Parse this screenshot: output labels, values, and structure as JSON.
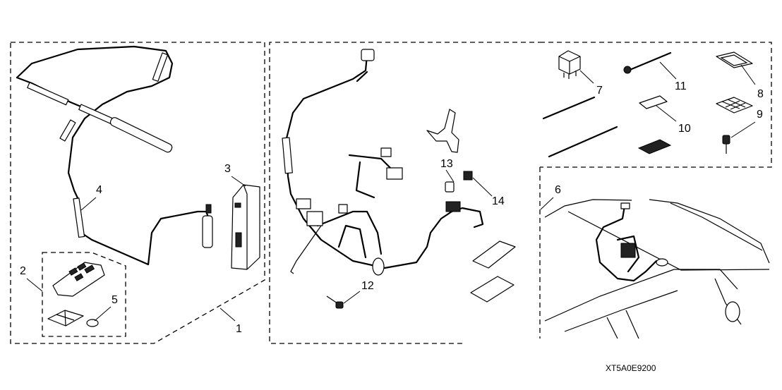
{
  "diagram": {
    "code": "XT5A0E9200",
    "groups": [
      {
        "name": "kit-group",
        "callout": "1"
      },
      {
        "name": "harness-group",
        "callout": ""
      },
      {
        "name": "accessory-group",
        "callout": ""
      },
      {
        "name": "installed-view-group",
        "callout": "6"
      }
    ],
    "parts": [
      {
        "callout": "1",
        "part": "kit-assembly"
      },
      {
        "callout": "2",
        "part": "key-fob-set"
      },
      {
        "callout": "3",
        "part": "control-unit"
      },
      {
        "callout": "4",
        "part": "antenna-wire"
      },
      {
        "callout": "5",
        "part": "coin-battery"
      },
      {
        "callout": "6",
        "part": "harness-installed-view"
      },
      {
        "callout": "7",
        "part": "relay"
      },
      {
        "callout": "8",
        "part": "pad"
      },
      {
        "callout": "9",
        "part": "clip"
      },
      {
        "callout": "10",
        "part": "label-sticker"
      },
      {
        "callout": "11",
        "part": "cable-tie-clip"
      },
      {
        "callout": "12",
        "part": "bolt"
      },
      {
        "callout": "13",
        "part": "fuse-cap"
      },
      {
        "callout": "14",
        "part": "fuse"
      }
    ]
  }
}
